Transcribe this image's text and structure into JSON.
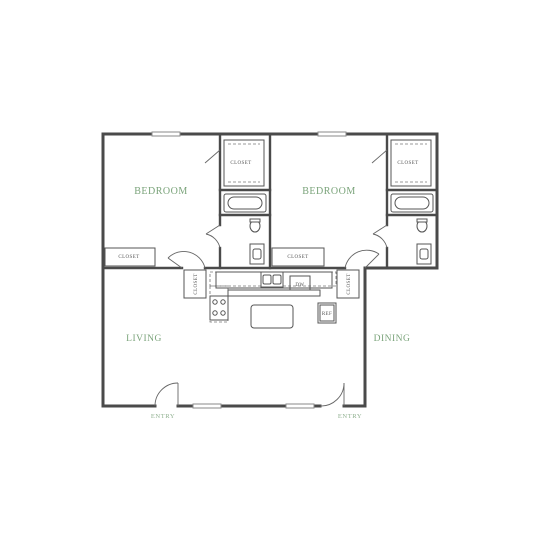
{
  "rooms": {
    "bedroom_left": "BEDROOM",
    "bedroom_right": "BEDROOM",
    "living": "LIVING",
    "dining": "DINING"
  },
  "closets": {
    "left_top": "CLOSET",
    "right_top": "CLOSET",
    "left_bottom": "CLOSET",
    "right_bottom": "CLOSET",
    "kitchen_left": "CLOSET",
    "kitchen_right": "CLOSET"
  },
  "appliances": {
    "dishwasher": "DW",
    "refrigerator": "REF"
  },
  "entries": {
    "left": "ENTRY",
    "right": "ENTRY"
  },
  "colors": {
    "walls": "#4a4a4a",
    "room_labels": "#7aa37a",
    "entry_labels": "#8fb08f"
  }
}
